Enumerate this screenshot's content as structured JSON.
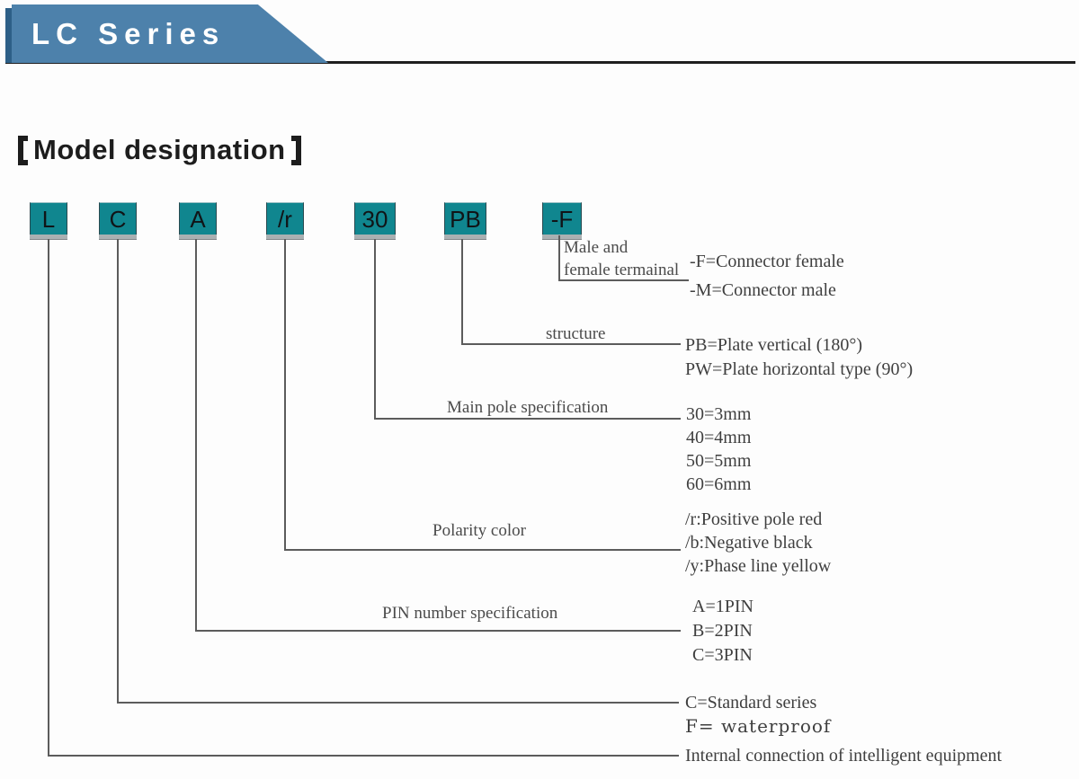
{
  "banner": {
    "title": "LC Series",
    "blue": "#4d81ab",
    "dark_blue": "#2d5f87",
    "underline_color": "#1f1f1f"
  },
  "section": {
    "title": "Model designation",
    "brackets": "【】"
  },
  "model_code": {
    "boxes": [
      "L",
      "C",
      "A",
      "/r",
      "30",
      "PB",
      "-F"
    ],
    "box_color": "#10868f"
  },
  "branches": {
    "terminal": {
      "code": "-F",
      "label_line1": "Male and",
      "label_line2": "female termainal",
      "options": [
        "-F=Connector female",
        "-M=Connector male"
      ]
    },
    "structure": {
      "code": "PB",
      "label": "structure",
      "options": [
        "PB=Plate vertical (180°)",
        "PW=Plate horizontal type (90°)"
      ]
    },
    "main_pole": {
      "code": "30",
      "label": "Main pole specification",
      "options": [
        "30=3mm",
        "40=4mm",
        "50=5mm",
        "60=6mm"
      ]
    },
    "polarity": {
      "code": "/r",
      "label": "Polarity color",
      "options": [
        "/r:Positive pole red",
        "/b:Negative black",
        "/y:Phase line yellow"
      ]
    },
    "pin_number": {
      "code": "A",
      "label": "PIN number specification",
      "options": [
        "A=1PIN",
        "B=2PIN",
        "C=3PIN"
      ]
    },
    "series": {
      "code": "C",
      "options": [
        "C=Standard series",
        "F= waterproof"
      ]
    },
    "connection": {
      "code": "L",
      "options": [
        "Internal connection of intelligent equipment"
      ]
    }
  },
  "colors": {
    "connector_gray": "#5c5c5c",
    "label_gray": "#4b4b4b"
  }
}
